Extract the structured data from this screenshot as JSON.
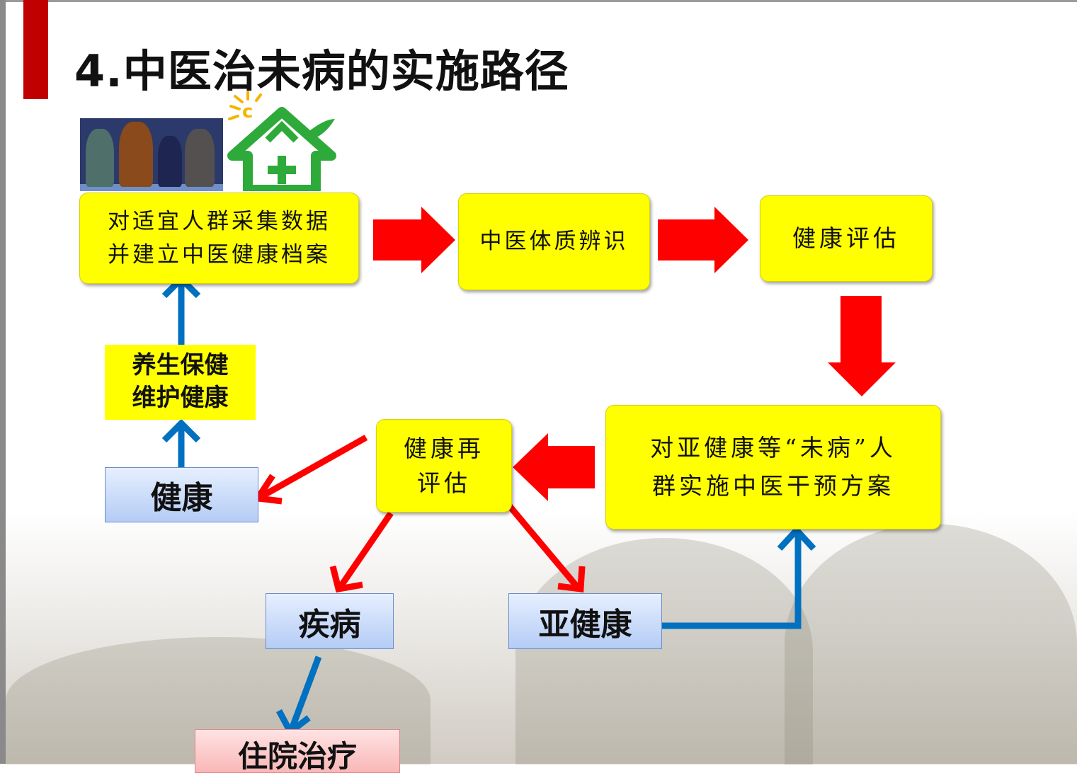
{
  "title": "4.中医治未病的实施路径",
  "steps": {
    "collect": {
      "line1": "对适宜人群采集数据",
      "line2": "并建立中医健康档案"
    },
    "constitution": "中医体质辨识",
    "assessment": "健康评估",
    "intervention": {
      "line1": "对亚健康等“未病”人",
      "line2": "群实施中医干预方案"
    },
    "reassessment": {
      "line1": "健康再",
      "line2": "评估"
    },
    "maintain": {
      "line1": "养生保健",
      "line2": "维护健康"
    }
  },
  "outcomes": {
    "healthy": "健康",
    "disease": "疾病",
    "subhealth": "亚健康",
    "hospital": "住院治疗"
  },
  "colors": {
    "flow_arrow": "#ff0000",
    "feedback_arrow": "#0070c0",
    "step_box": "#ffff00",
    "accent_bar": "#c00000"
  }
}
